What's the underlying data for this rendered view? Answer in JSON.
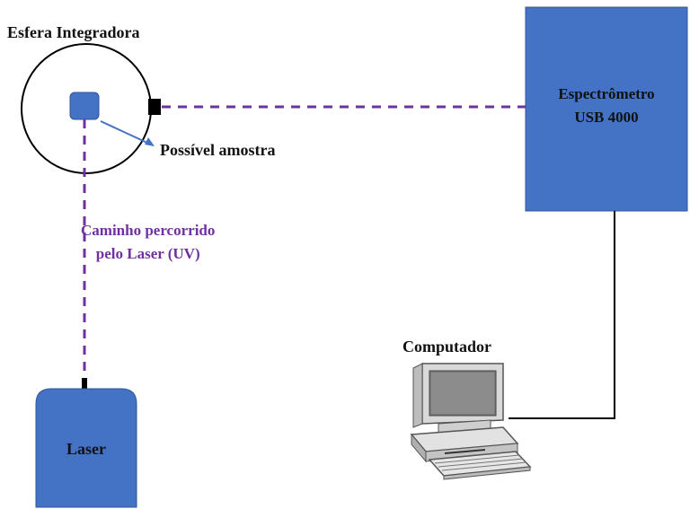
{
  "sphere": {
    "title": "Esfera Integradora"
  },
  "sample": {
    "label": "Possível amostra"
  },
  "laser_path": {
    "line1": "Caminho percorrido",
    "line2": "pelo Laser (UV)"
  },
  "spectrometer": {
    "line1": "Espectrômetro",
    "line2": "USB 4000"
  },
  "computer": {
    "title": "Computador"
  },
  "laser": {
    "label": "Laser"
  },
  "colors": {
    "box_fill": "#4472c4",
    "box_stroke": "#2f5597",
    "dashed_path": "#7030a0",
    "arrow": "#4472c4",
    "cable": "#000000"
  }
}
